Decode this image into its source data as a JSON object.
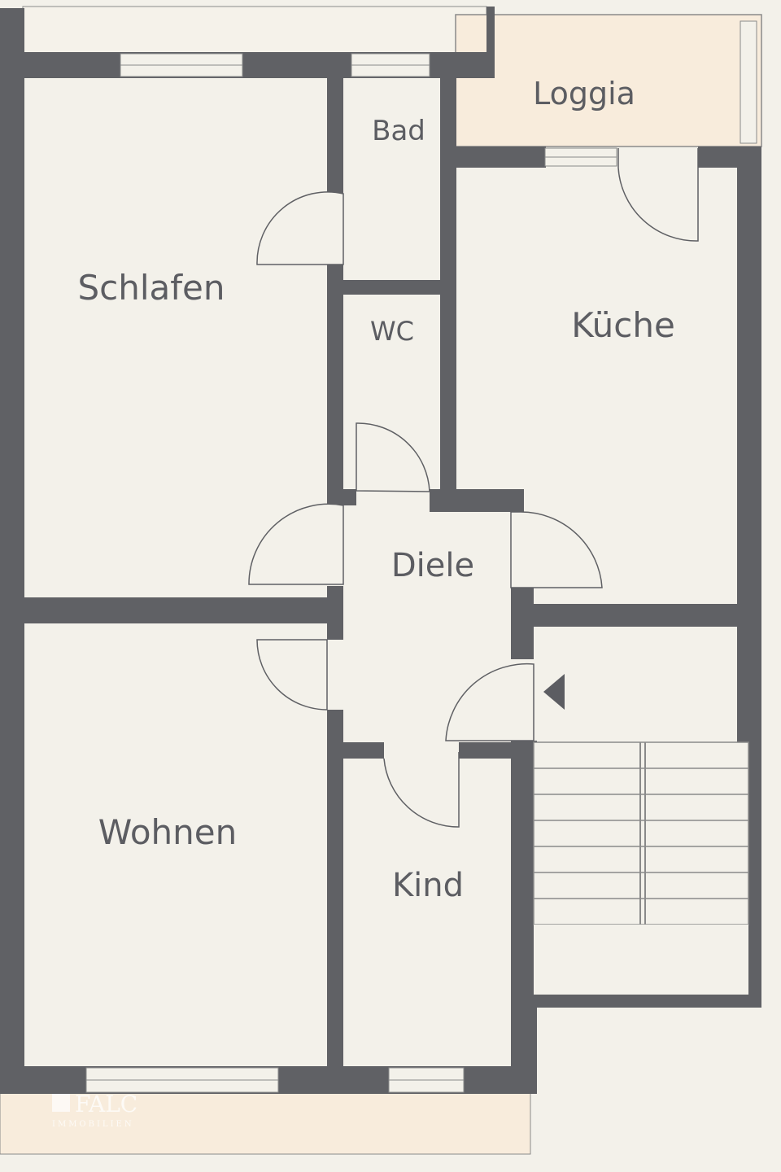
{
  "colors": {
    "background": "#f3f1ea",
    "wall": "#606165",
    "outdoor_fill": "#f8ecdc",
    "line": "#5f6064"
  },
  "rooms": {
    "schlafen": "Schlafen",
    "bad": "Bad",
    "loggia": "Loggia",
    "wc": "WC",
    "kueche": "Küche",
    "diele": "Diele",
    "wohnen": "Wohnen",
    "kind": "Kind"
  },
  "watermark": {
    "brand": "FALC",
    "sub": "IMMOBILIEN"
  },
  "icons": {
    "entrance": "entrance-arrow-icon"
  }
}
